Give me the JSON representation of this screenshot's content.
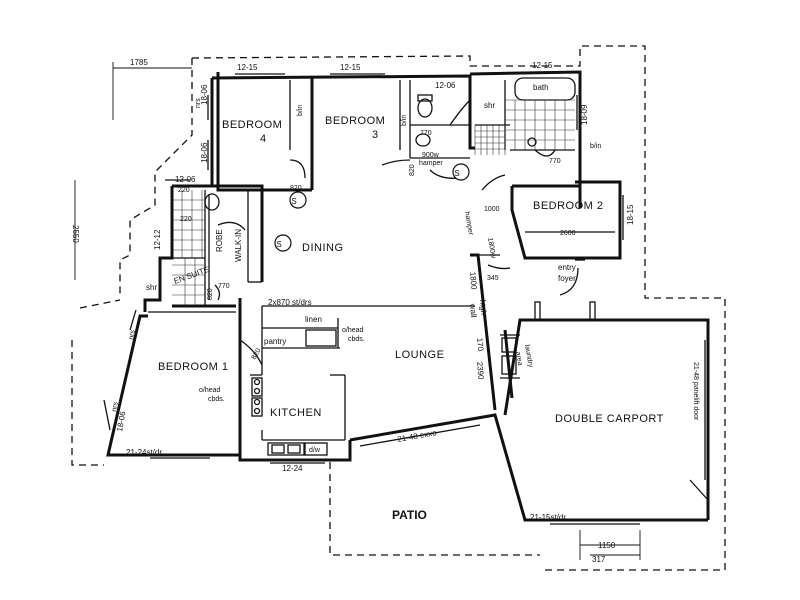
{
  "plan": {
    "rooms": {
      "bedroom4": "BEDROOM\n4",
      "bedroom4_name": "BEDROOM",
      "bedroom4_num": "4",
      "bedroom3_name": "BEDROOM",
      "bedroom3_num": "3",
      "bedroom2": "BEDROOM 2",
      "bedroom1": "BEDROOM 1",
      "dining": "DINING",
      "lounge": "LOUNGE",
      "kitchen": "KITCHEN",
      "double_carport": "DOUBLE CARPORT",
      "patio": "PATIO",
      "ensuite": "EN SUITE",
      "walkin_robe_1": "ROBE",
      "walkin_robe_2": "WALK-IN",
      "bath_room": "BATH",
      "entry_foyer_1": "entry",
      "entry_foyer_2": "foyer",
      "laundry_1": "laundry",
      "laundry_2": "area",
      "pantry": "pantry",
      "linen": "linen"
    },
    "labels": {
      "bn1": "b/in",
      "bn2": "b/in",
      "bn3": "b/in",
      "shr_top": "shr",
      "shr_ensuite": "shr",
      "bath": "bath",
      "mw": "900w",
      "hamper": "hamper",
      "hamper2": "1800w",
      "hamper3": "hamper",
      "ohead1": "o/head",
      "ohead1b": "cbds.",
      "ohead2": "o/head",
      "ohead2b": "cbds.",
      "dw": "d/w",
      "wall_1800_a": "1800",
      "wall_1800_b": "high",
      "wall_1800_c": "wall",
      "panelift": "21-48 panelift door",
      "sliding_drs": "2x870 st/drs",
      "exxo": "21-48 exxo",
      "st_dr_1": "21-24st/dr",
      "st_dr_2": "21-15st/dr",
      "s_symbol": "S"
    },
    "dimensions": {
      "d1785": "1785",
      "d12_15_a": "12-15",
      "d12_15_b": "12-15",
      "d12_06_a": "12-06",
      "d12_15_c": "12-15",
      "d18_06_a": "18-06",
      "d18_06_b": "18-06",
      "d12_06_b": "12-06",
      "d12_12": "12-12",
      "d18_09": "18-09",
      "d18_15": "18-15",
      "d18_06_c": "18-06",
      "d12_24": "12-24",
      "d820_a": "820",
      "d820_b": "820",
      "d820_c": "820",
      "d820_d": "820",
      "d770_a": "770",
      "d770_b": "770",
      "d770_c": "770",
      "d1000": "1000",
      "d2600": "2600",
      "d345": "345",
      "d170": "170",
      "d2390": "2390",
      "d1150": "1150",
      "d317": "317",
      "d2550": "2550",
      "d220_a": "220",
      "d220_b": "220",
      "dnrs": "nrs",
      "dnrs2": "nrs",
      "dnrs3": "nrs"
    }
  }
}
